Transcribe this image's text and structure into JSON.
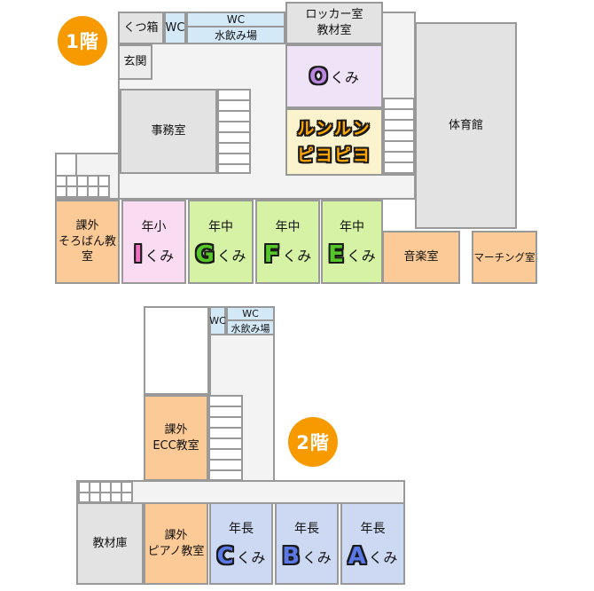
{
  "palette": {
    "badge_orange": "#f79a00",
    "room_orange": "#fcca96",
    "room_pink": "#fadcf2",
    "room_green": "#d6f2a4",
    "room_blue": "#cdd9f3",
    "room_purple": "#eee3f7",
    "room_yellow": "#fbf3cd",
    "room_lightblue": "#d3e9f8",
    "room_gray": "#e3e3e3",
    "corridor_gray": "#f3f3f3",
    "border_gray": "#999999",
    "letter_pink": "#f36fc1",
    "letter_green": "#54c628",
    "letter_blue": "#5b79e6",
    "letter_purple": "#bb86de",
    "bubble_text_orange": "#ffa600"
  },
  "floor1": {
    "badge": "1階",
    "shoe_box": "くつ箱",
    "wc_small": "WC",
    "wc_top": "WC",
    "water_fountain": "水飲み場",
    "locker_line1": "ロッカー室",
    "locker_line2": "教材室",
    "entrance": "玄関",
    "office": "事務室",
    "o_class": {
      "letter": "O",
      "suffix": "くみ"
    },
    "runrun_line1": "ルンルン",
    "runrun_line2": "ピヨピヨ",
    "gym": "体育館",
    "soroban_line1": "課外",
    "soroban_line2": "そろばん教室",
    "class_i": {
      "grade": "年小",
      "letter": "I",
      "suffix": "くみ"
    },
    "class_g": {
      "grade": "年中",
      "letter": "G",
      "suffix": "くみ"
    },
    "class_f": {
      "grade": "年中",
      "letter": "F",
      "suffix": "くみ"
    },
    "class_e": {
      "grade": "年中",
      "letter": "E",
      "suffix": "くみ"
    },
    "music_room": "音楽室",
    "marching_room": "マーチング室"
  },
  "floor2": {
    "badge": "2階",
    "wc_small": "WC",
    "wc_top": "WC",
    "water_fountain": "水飲み場",
    "ecc_line1": "課外",
    "ecc_line2": "ECC教室",
    "storage": "教材庫",
    "piano_line1": "課外",
    "piano_line2": "ピアノ教室",
    "class_c": {
      "grade": "年長",
      "letter": "C",
      "suffix": "くみ"
    },
    "class_b": {
      "grade": "年長",
      "letter": "B",
      "suffix": "くみ"
    },
    "class_a": {
      "grade": "年長",
      "letter": "A",
      "suffix": "くみ"
    }
  }
}
